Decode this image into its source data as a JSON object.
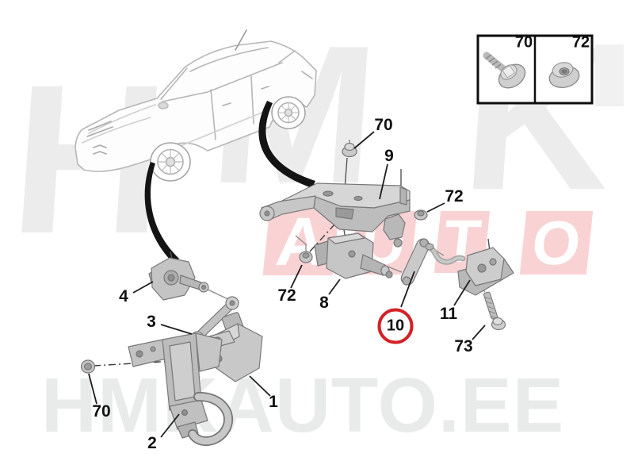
{
  "diagram": {
    "callouts": [
      {
        "label": "70",
        "circled": false
      },
      {
        "label": "9",
        "circled": false
      },
      {
        "label": "72",
        "circled": false
      },
      {
        "label": "72",
        "circled": false
      },
      {
        "label": "8",
        "circled": false
      },
      {
        "label": "10",
        "circled": true
      },
      {
        "label": "11",
        "circled": false
      },
      {
        "label": "73",
        "circled": false
      },
      {
        "label": "4",
        "circled": false
      },
      {
        "label": "3",
        "circled": false
      },
      {
        "label": "1",
        "circled": false
      },
      {
        "label": "2",
        "circled": false
      },
      {
        "label": "70",
        "circled": false
      }
    ]
  },
  "legend": {
    "items": [
      {
        "label": "70",
        "icon": "flanged-screw-icon"
      },
      {
        "label": "72",
        "icon": "flanged-nut-icon"
      }
    ]
  },
  "watermark": {
    "top_letters": [
      "H",
      "M",
      "K"
    ],
    "accent_letters": [
      "A",
      "U",
      "T",
      "O"
    ],
    "bottom_text": "HMKAUTO.EE"
  },
  "colors": {
    "highlight_red": "#d42127",
    "watermark_red": "#e31e24",
    "watermark_gray": "#ececec",
    "line_black": "#1a1a1a"
  }
}
